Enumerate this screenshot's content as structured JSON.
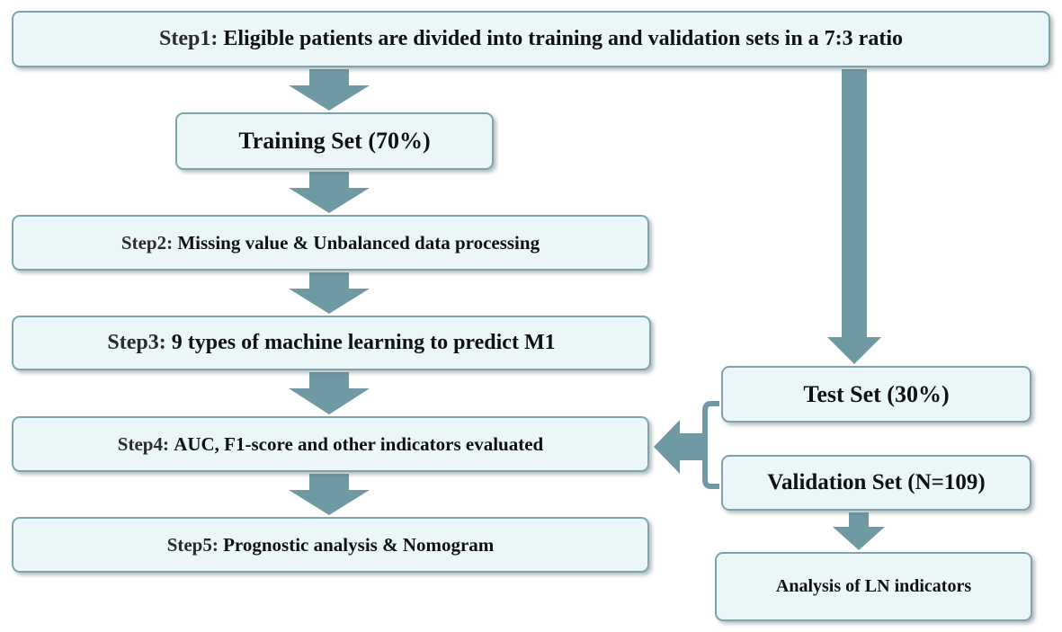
{
  "colors": {
    "box_fill": "#eaf6f8",
    "box_border": "#7fa3ab",
    "arrow": "#6f9aa3"
  },
  "step1": {
    "label": "Step1:",
    "text": "Eligible patients are divided into training and validation sets in a 7:3 ratio"
  },
  "training_set": {
    "text": "Training Set (70%)"
  },
  "step2": {
    "label": "Step2:",
    "text": "Missing value & Unbalanced data processing"
  },
  "step3": {
    "label": "Step3:",
    "text": "9 types of machine learning to predict M1"
  },
  "step4": {
    "label": "Step4:",
    "text": "AUC, F1-score and other indicators evaluated"
  },
  "step5": {
    "label": "Step5:",
    "text": "Prognostic analysis & Nomogram"
  },
  "test_set": {
    "text": "Test Set (30%)"
  },
  "validation_set": {
    "text": "Validation Set (N=109)"
  },
  "ln_analysis": {
    "text": "Analysis of LN indicators"
  }
}
